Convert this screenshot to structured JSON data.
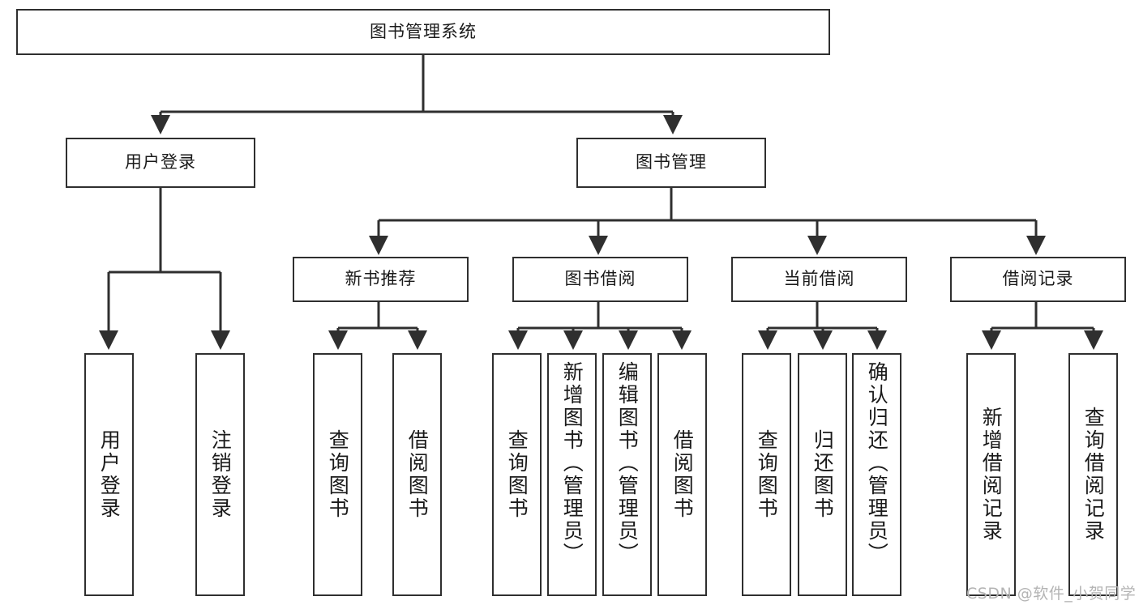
{
  "diagram": {
    "title": "图书管理系统",
    "root": {
      "id": "root",
      "label": "图书管理系统"
    },
    "level2": [
      {
        "id": "user-login",
        "label": "用户登录"
      },
      {
        "id": "book-manage",
        "label": "图书管理"
      }
    ],
    "level3": [
      {
        "id": "new-book-recommend",
        "label": "新书推荐"
      },
      {
        "id": "book-borrow",
        "label": "图书借阅"
      },
      {
        "id": "current-borrow",
        "label": "当前借阅"
      },
      {
        "id": "borrow-record",
        "label": "借阅记录"
      }
    ],
    "leaves": [
      {
        "id": "leaf-user-login",
        "label": "用户登录",
        "parent": "user-login"
      },
      {
        "id": "leaf-user-logout",
        "label": "注销登录",
        "parent": "user-login"
      },
      {
        "id": "leaf-query-book-1",
        "label": "查询图书",
        "parent": "new-book-recommend"
      },
      {
        "id": "leaf-borrow-book-1",
        "label": "借阅图书",
        "parent": "new-book-recommend"
      },
      {
        "id": "leaf-query-book-2",
        "label": "查询图书",
        "parent": "book-borrow"
      },
      {
        "id": "leaf-add-book",
        "label": "新增图书（管理员）",
        "parent": "book-borrow"
      },
      {
        "id": "leaf-edit-book",
        "label": "编辑图书（管理员）",
        "parent": "book-borrow"
      },
      {
        "id": "leaf-borrow-book-2",
        "label": "借阅图书",
        "parent": "book-borrow"
      },
      {
        "id": "leaf-query-book-3",
        "label": "查询图书",
        "parent": "current-borrow"
      },
      {
        "id": "leaf-return-book",
        "label": "归还图书",
        "parent": "current-borrow"
      },
      {
        "id": "leaf-confirm-return",
        "label": "确认归还（管理员）",
        "parent": "current-borrow"
      },
      {
        "id": "leaf-add-borrow-record",
        "label": "新增借阅记录",
        "parent": "borrow-record"
      },
      {
        "id": "leaf-query-borrow-record",
        "label": "查询借阅记录",
        "parent": "borrow-record"
      }
    ]
  },
  "watermark": {
    "text": "CSDN @软件_小贺同学"
  },
  "colors": {
    "stroke": "#2f2f2f",
    "background": "#ffffff",
    "text": "#1a1a1a",
    "watermark": "#b4b4b4"
  }
}
